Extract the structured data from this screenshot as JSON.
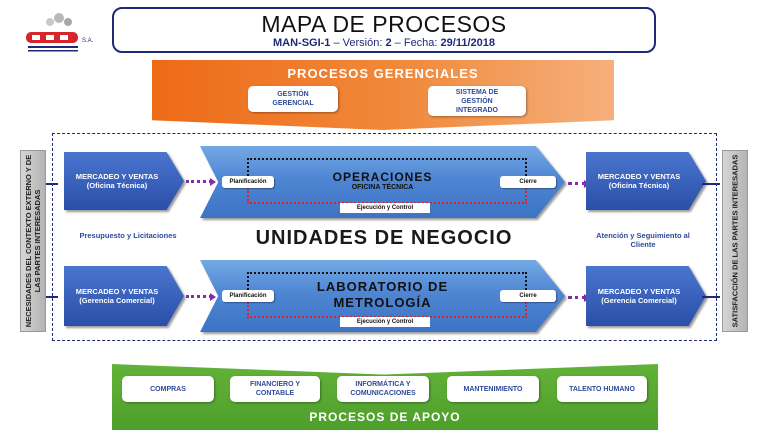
{
  "header": {
    "title": "MAPA DE PROCESOS",
    "code": "MAN-SGI-1",
    "version_label": "– Versión:",
    "version": "2",
    "date_label": "– Fecha:",
    "date": "29/11/2018"
  },
  "logo": {
    "text": "S.A.",
    "icon": "company-logo"
  },
  "gerenciales": {
    "title": "PROCESOS GERENCIALES",
    "items": [
      "GESTIÓN GERENCIAL",
      "SISTEMA DE GESTIÓN INTEGRADO"
    ]
  },
  "left_bar": "NECESIDADES DEL CONTEXTO EXTERNO Y DE LAS PARTES INTERESADAS",
  "right_bar": "SATISFACCIÓN DE LAS PARTES INTERESADAS",
  "unidades": "UNIDADES DE NEGOCIO",
  "row1": {
    "left_arrow": "MERCADEO Y VENTAS (Oficina Técnica)",
    "title": "OPERACIONES",
    "subtitle": "OFICINA TÉCNICA",
    "planificacion": "Planificación",
    "cierre": "Cierre",
    "ejecucion": "Ejecución y Control",
    "right_arrow": "MERCADEO Y VENTAS (Oficina Técnica)"
  },
  "row2": {
    "left_arrow": "MERCADEO Y VENTAS (Gerencia Comercial)",
    "title_line1": "LABORATORIO DE",
    "title_line2": "METROLOGÍA",
    "planificacion": "Planificación",
    "cierre": "Cierre",
    "ejecucion": "Ejecución y Control",
    "right_arrow": "MERCADEO Y VENTAS (Gerencia Comercial)"
  },
  "mid_labels": {
    "left": "Presupuesto y Licitaciones",
    "right": "Atención y Seguimiento al Cliente"
  },
  "apoyo": {
    "title": "PROCESOS DE APOYO",
    "items": [
      "COMPRAS",
      "FINANCIERO Y CONTABLE",
      "INFORMÁTICA Y COMUNICACIONES",
      "MANTENIMIENTO",
      "TALENTO HUMANO"
    ]
  },
  "colors": {
    "gerencial": "#ee6a17",
    "apoyo": "#4e9f2b",
    "arrow_blue": "#2a4fa8",
    "connector": "#8a2aa8",
    "frame": "#1e2a78"
  }
}
